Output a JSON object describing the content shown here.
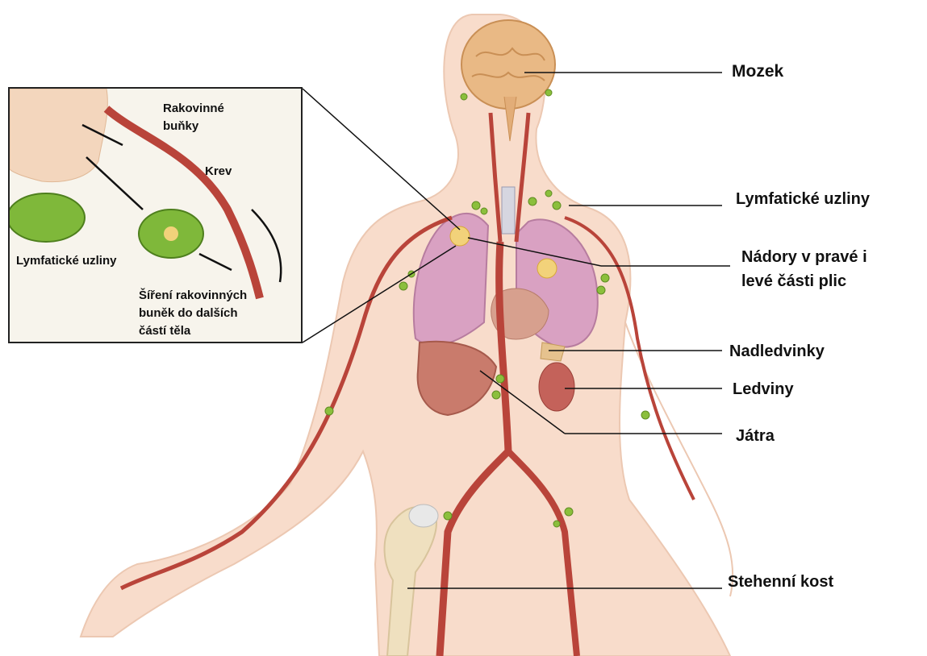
{
  "labels": {
    "brain": "Mozek",
    "lymph_nodes": "Lymfatické uzliny",
    "tumors_line1": "Nádory v pravé i",
    "tumors_line2": "levé části plic",
    "adrenals": "Nadledvinky",
    "kidneys": "Ledviny",
    "liver": "Játra",
    "femur": "Stehenní kost"
  },
  "inset": {
    "cancer_cells_line1": "Rakovinné",
    "cancer_cells_line2": "buňky",
    "blood": "Krev",
    "lymph_nodes": "Lymfatické uzliny",
    "spread_line1": "Šíření rakovinných",
    "spread_line2": "buněk do dalších",
    "spread_line3": "částí těla"
  },
  "colors": {
    "skin": "#f8dccb",
    "vessel": "#b9443a",
    "lung": "#d9a1c2",
    "brain": "#e9b985",
    "lymph_node": "#8bbf3c",
    "tumor": "#f2d27a",
    "liver": "#c97b6c",
    "bone": "#efe0bf"
  }
}
